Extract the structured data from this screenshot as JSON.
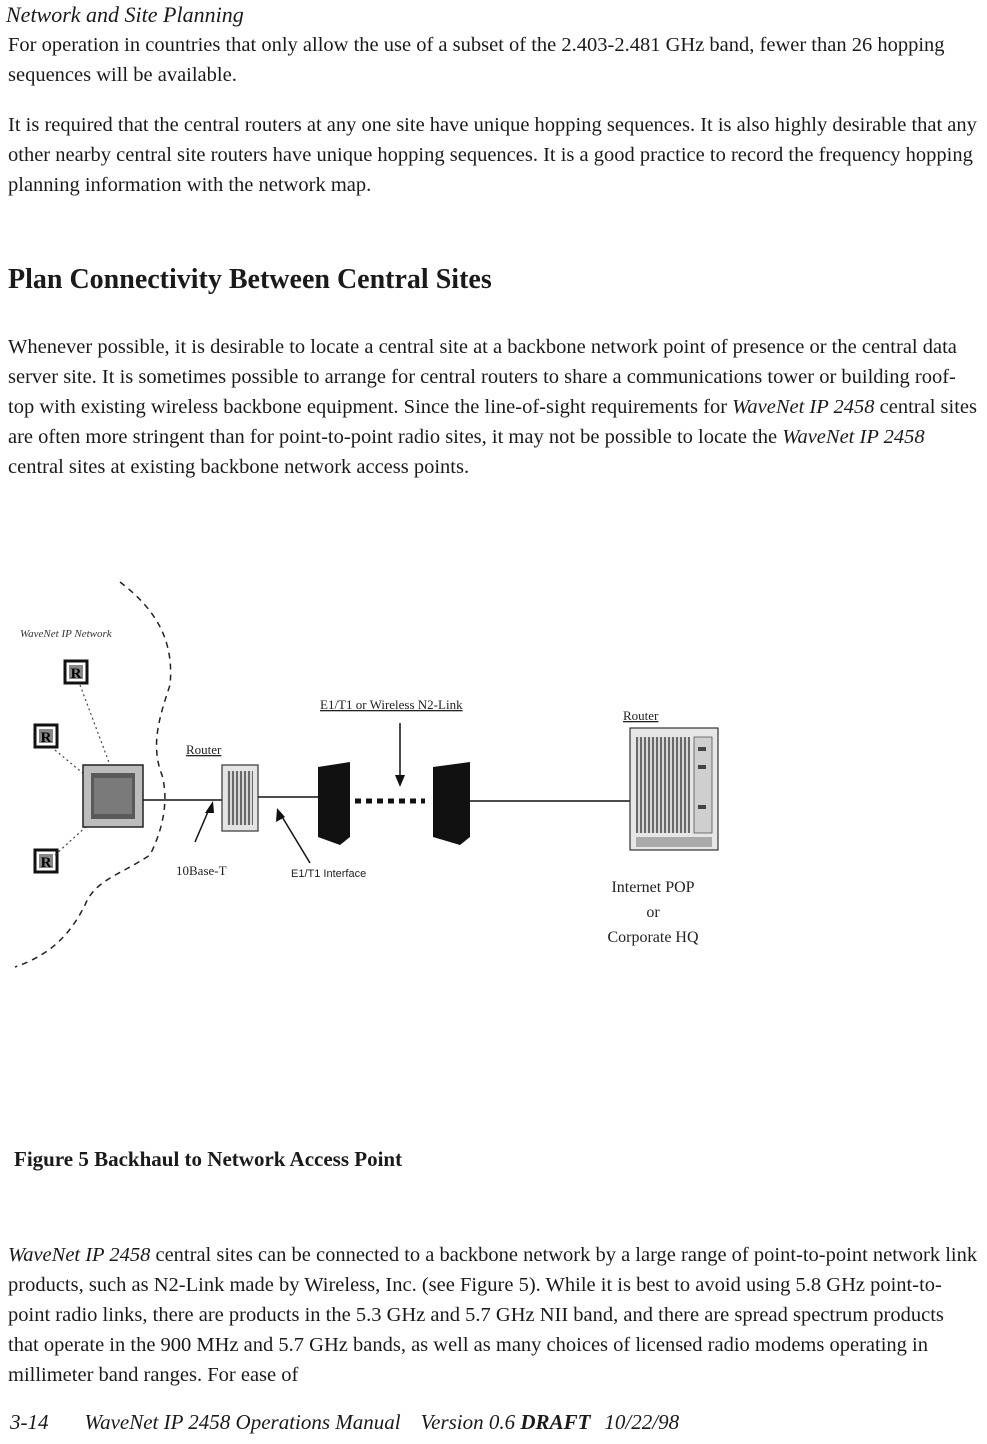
{
  "page": {
    "running_head": "Network and Site Planning",
    "para1": "For operation in countries that only allow the use of a subset of the 2.403-2.481 GHz band, fewer than 26 hopping sequences will be available.",
    "para2": "It is required that the central routers at any one site have unique hopping sequences.  It is also highly desirable that any other nearby central site routers have unique hopping sequences.  It is a good practice to record the frequency hopping planning information with the network map.",
    "section_title": "Plan Connectivity Between Central Sites",
    "para3": {
      "part1": "Whenever possible, it is desirable to locate a central site at a backbone network point of presence or the central data server site.  It is sometimes possible to arrange for central routers to share a communications tower or building roof-top with existing wireless backbone equipment.  Since the line-of-sight requirements for ",
      "product1": "WaveNet IP 2458",
      "part2": " central sites are often more stringent than for point-to-point radio sites, it may not be possible to locate the ",
      "product2": "WaveNet IP 2458",
      "part3": " central sites at existing backbone network access points."
    },
    "figure": {
      "network_label": "WaveNet IP Network",
      "remote_letter": "R",
      "link_label": "E1/T1 or Wireless N2-Link",
      "router_left": "Router",
      "router_right": "Router",
      "base_label": "10Base-T",
      "interface_label": "E1/T1 Interface",
      "pop_line1": "Internet POP",
      "pop_line2": "or",
      "pop_line3": "Corporate HQ"
    },
    "figure_caption": "Figure 5  Backhaul to Network Access Point",
    "para4": {
      "product": "WaveNet IP 2458",
      "text": " central sites can be connected to a backbone network by a large range of point-to-point network link products, such as N2-Link made by Wireless, Inc. (see Figure 5).  While it is best to avoid using 5.8 GHz point-to-point radio links, there are products in the 5.3 GHz and 5.7 GHz NII band, and there are spread spectrum products that operate in the 900 MHz and 5.7 GHz bands, as well as many choices of licensed radio modems operating in millimeter band ranges.  For ease of"
    },
    "footer": {
      "page_number": "3-14",
      "manual_title": "WaveNet IP 2458 Operations Manual",
      "version": "Version 0.6",
      "draft": "DRAFT",
      "date": "10/22/98"
    }
  }
}
